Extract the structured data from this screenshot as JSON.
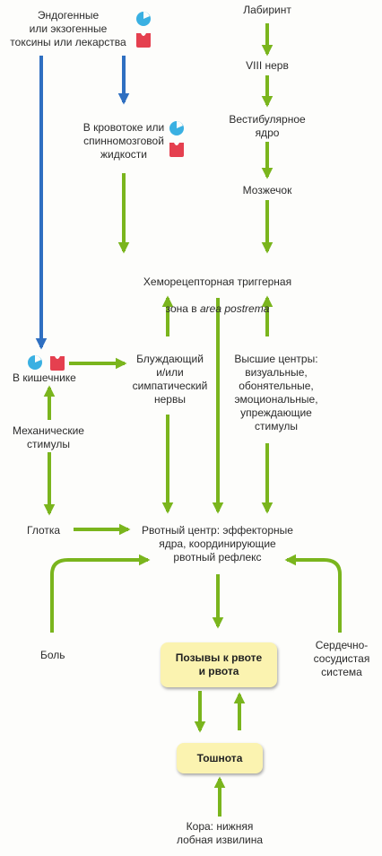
{
  "colors": {
    "green_arrow": "#7ab51d",
    "blue_arrow": "#2f6fc1",
    "receptor_blue": "#3ab0e2",
    "receptor_red": "#e5404f",
    "box_fill": "#fbf3b0"
  },
  "icons": [
    "agonist-receptor-pair-icon",
    "agonist-receptor-pair-icon",
    "agonist-receptor-pair-icon"
  ],
  "nodes": {
    "toxins": "Эндогенные\nили экзогенные\nтоксины или лекарства",
    "labyrinth": "Лабиринт",
    "nerve8": "VIII нерв",
    "vestibular": "Вестибулярное\nядро",
    "cerebellum": "Мозжечок",
    "blood": "В кровотоке или\nспинномозговой\nжидкости",
    "ctz_line1": "Хеморецепторная триггерная",
    "ctz_line2_a": "зона в ",
    "ctz_line2_b": "area postrema",
    "gut": "В кишечнике",
    "vagus": "Блуждающий\nи/или\nсимпатический\nнервы",
    "higher": "Высшие центры:\nвизуальные,\nобонятельные,\nэмоциональные,\nупреждающие\nстимулы",
    "mechanical": "Механические\nстимулы",
    "pharynx": "Глотка",
    "vomit_center": "Рвотный центр: эффекторные\nядра, координирующие\nрвотный рефлекс",
    "pain": "Боль",
    "cardio": "Сердечно-\nсосудистая\nсистема",
    "retching": "Позывы к рвоте\nи рвота",
    "nausea": "Тошнота",
    "cortex": "Кора: нижняя\nлобная извилина"
  }
}
